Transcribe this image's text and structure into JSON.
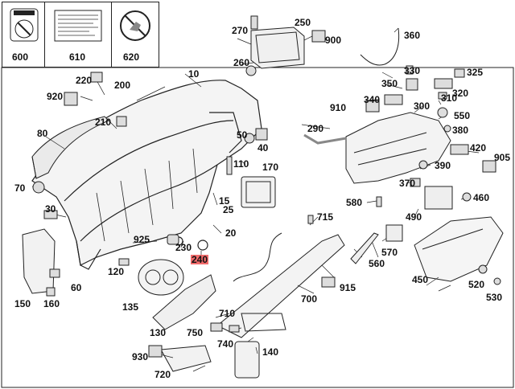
{
  "highlight_color": "#f26b6b",
  "line_color": "#222222",
  "top_boxes": [
    {
      "id": "600",
      "icon": "airbag-warning-label-icon"
    },
    {
      "id": "610",
      "icon": "info-label-icon"
    },
    {
      "id": "620",
      "icon": "no-child-seat-label-icon"
    }
  ],
  "parts": [
    {
      "id": "10"
    },
    {
      "id": "15"
    },
    {
      "id": "20"
    },
    {
      "id": "25"
    },
    {
      "id": "30"
    },
    {
      "id": "40"
    },
    {
      "id": "50"
    },
    {
      "id": "60"
    },
    {
      "id": "70"
    },
    {
      "id": "80"
    },
    {
      "id": "110"
    },
    {
      "id": "120"
    },
    {
      "id": "130"
    },
    {
      "id": "135"
    },
    {
      "id": "140"
    },
    {
      "id": "150"
    },
    {
      "id": "160"
    },
    {
      "id": "170"
    },
    {
      "id": "200"
    },
    {
      "id": "210"
    },
    {
      "id": "220"
    },
    {
      "id": "230"
    },
    {
      "id": "240",
      "highlighted": true
    },
    {
      "id": "250"
    },
    {
      "id": "260"
    },
    {
      "id": "270"
    },
    {
      "id": "290"
    },
    {
      "id": "300"
    },
    {
      "id": "310"
    },
    {
      "id": "320"
    },
    {
      "id": "325"
    },
    {
      "id": "330"
    },
    {
      "id": "340"
    },
    {
      "id": "350"
    },
    {
      "id": "360"
    },
    {
      "id": "370"
    },
    {
      "id": "380"
    },
    {
      "id": "390"
    },
    {
      "id": "420"
    },
    {
      "id": "450"
    },
    {
      "id": "460"
    },
    {
      "id": "490"
    },
    {
      "id": "520"
    },
    {
      "id": "530"
    },
    {
      "id": "550"
    },
    {
      "id": "560"
    },
    {
      "id": "570"
    },
    {
      "id": "580"
    },
    {
      "id": "700"
    },
    {
      "id": "710"
    },
    {
      "id": "715"
    },
    {
      "id": "720"
    },
    {
      "id": "740"
    },
    {
      "id": "750"
    },
    {
      "id": "900"
    },
    {
      "id": "905"
    },
    {
      "id": "910"
    },
    {
      "id": "915"
    },
    {
      "id": "920"
    },
    {
      "id": "925"
    },
    {
      "id": "930"
    }
  ]
}
